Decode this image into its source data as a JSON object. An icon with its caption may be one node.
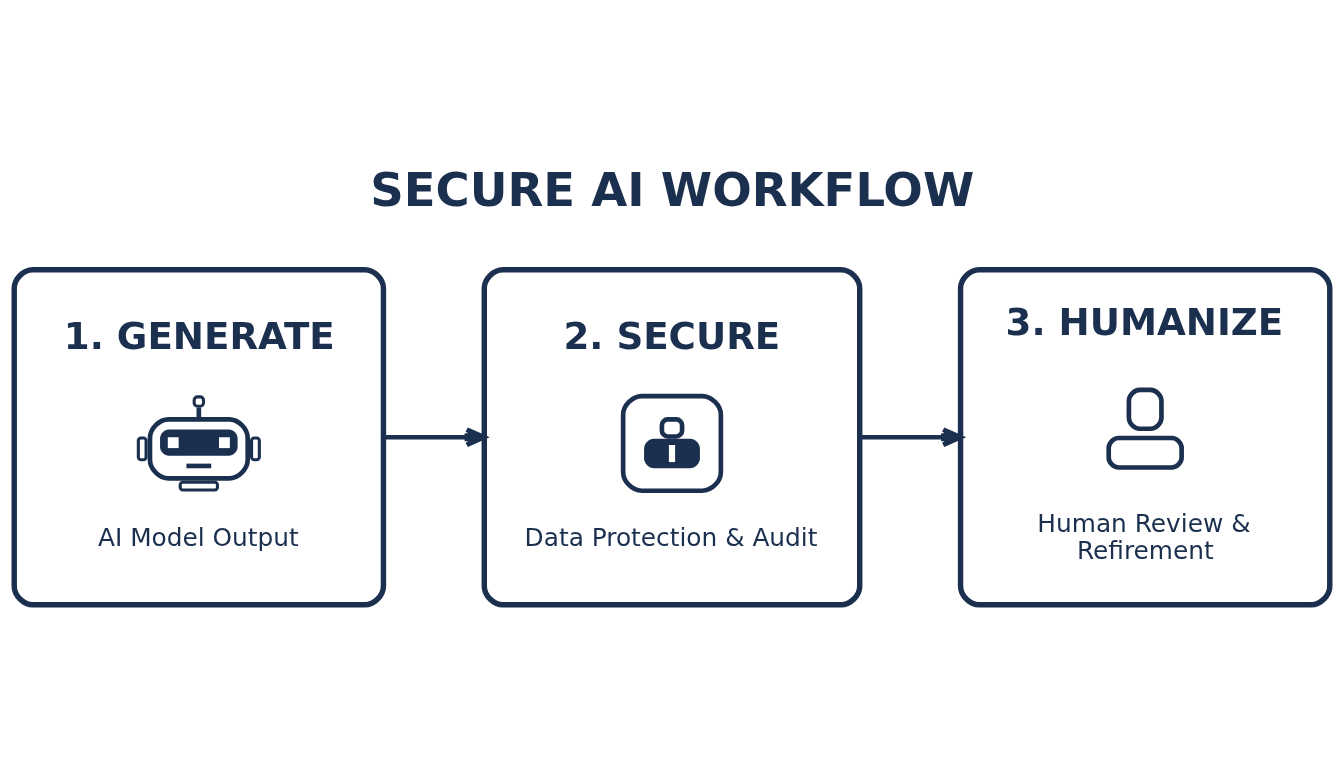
{
  "diagram": {
    "title": "SECURE AI WORKFLOW",
    "nodes": [
      {
        "text": [
          "1. GENERATE",
          "AI Model Output"
        ]
      },
      {
        "text": [
          "2. SECURE",
          "Data Protection & Audit"
        ]
      },
      {
        "text": [
          "3. HUMANIZE",
          "Human Review & Refirement"
        ]
      }
    ],
    "edges": [
      {
        "from": 0,
        "to": 1,
        "arrow": "to"
      },
      {
        "from": 1,
        "to": 2,
        "arrow": "to"
      }
    ]
  }
}
